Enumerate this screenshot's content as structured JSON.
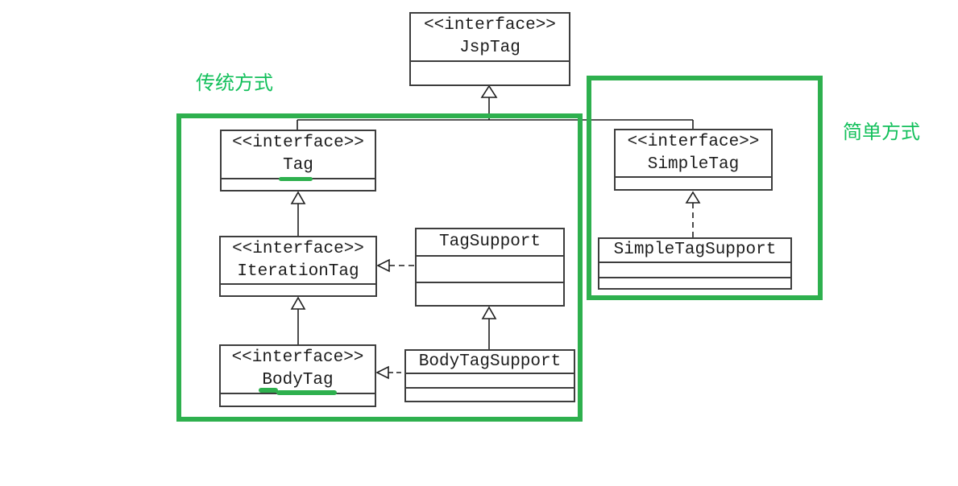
{
  "labels": {
    "traditional": "传统方式",
    "simple": "简单方式"
  },
  "classes": {
    "jsptag": {
      "stereotype": "<<interface>>",
      "name": "JspTag"
    },
    "tag": {
      "stereotype": "<<interface>>",
      "name": "Tag"
    },
    "iterationtag": {
      "stereotype": "<<interface>>",
      "name": "IterationTag"
    },
    "bodytag": {
      "stereotype": "<<interface>>",
      "name": "BodyTag"
    },
    "tagsupport": {
      "name": "TagSupport"
    },
    "bodytagsupport": {
      "name": "BodyTagSupport"
    },
    "simpletag": {
      "stereotype": "<<interface>>",
      "name": "SimpleTag"
    },
    "simpletagsupport": {
      "name": "SimpleTagSupport"
    }
  },
  "relations": [
    {
      "from": "Tag",
      "to": "JspTag",
      "type": "generalization",
      "line": "solid"
    },
    {
      "from": "SimpleTag",
      "to": "JspTag",
      "type": "generalization",
      "line": "solid"
    },
    {
      "from": "IterationTag",
      "to": "Tag",
      "type": "generalization",
      "line": "solid"
    },
    {
      "from": "BodyTag",
      "to": "IterationTag",
      "type": "generalization",
      "line": "solid"
    },
    {
      "from": "TagSupport",
      "to": "IterationTag",
      "type": "realization",
      "line": "dashed"
    },
    {
      "from": "BodyTagSupport",
      "to": "TagSupport",
      "type": "generalization",
      "line": "solid"
    },
    {
      "from": "BodyTagSupport",
      "to": "BodyTag",
      "type": "realization",
      "line": "dashed"
    },
    {
      "from": "SimpleTagSupport",
      "to": "SimpleTag",
      "type": "realization",
      "line": "dashed"
    }
  ],
  "colors": {
    "green-border": "#2eb04e",
    "green-text": "#14c05c",
    "box-border": "#3d3d3d",
    "line": "#1f1f1f",
    "ink": "#1c1c1c"
  }
}
